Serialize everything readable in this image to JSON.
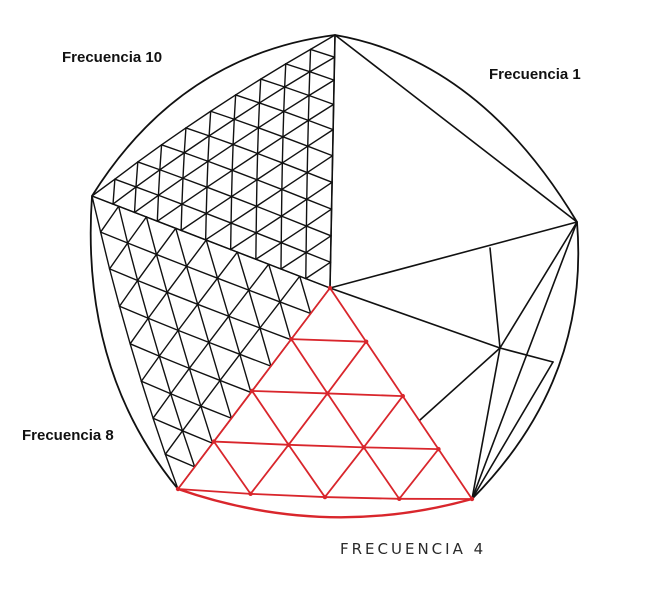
{
  "labels": {
    "frequency_10": "Frecuencia 10",
    "frequency_1": "Frecuencia 1",
    "frequency_8": "Frecuencia 8",
    "frequency_4": "FRECUENCIA 4"
  },
  "colors": {
    "mesh": "#111111",
    "highlight": "#d9262c",
    "background": "#ffffff"
  },
  "sections": [
    {
      "name": "frequency-10",
      "frequency": 10
    },
    {
      "name": "frequency-1",
      "frequency": 1
    },
    {
      "name": "frequency-8",
      "frequency": 8
    },
    {
      "name": "frequency-4",
      "frequency": 4
    }
  ]
}
